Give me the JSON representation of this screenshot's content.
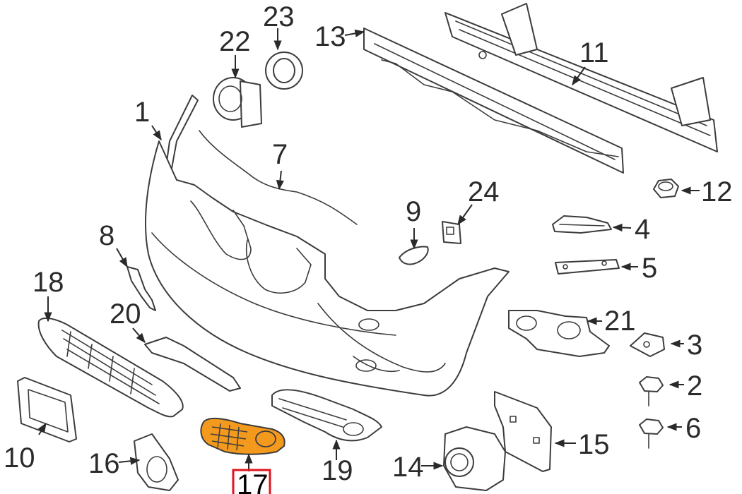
{
  "diagram": {
    "accent_color": "#f39a1e",
    "highlight_box_color": "#e0161d",
    "highlighted_part": "17",
    "callouts": [
      "1",
      "2",
      "3",
      "4",
      "5",
      "6",
      "7",
      "8",
      "9",
      "10",
      "11",
      "12",
      "13",
      "14",
      "15",
      "16",
      "17",
      "18",
      "19",
      "20",
      "21",
      "22",
      "23",
      "24"
    ]
  }
}
